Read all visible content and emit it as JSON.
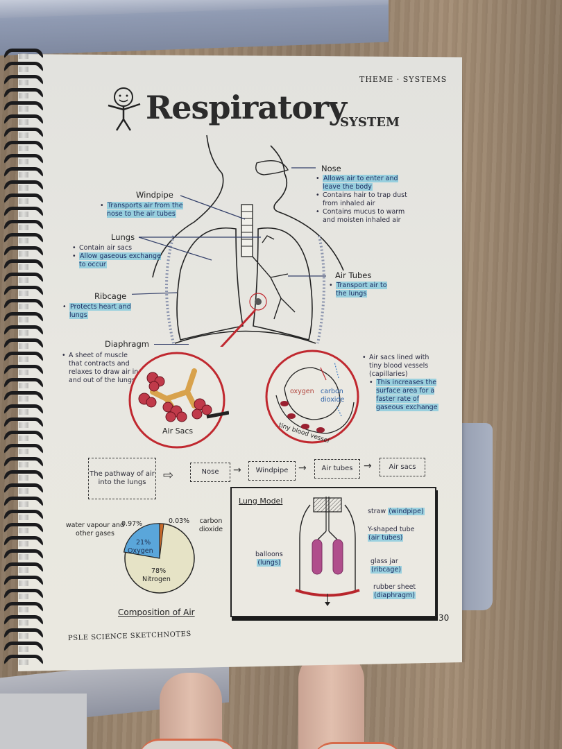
{
  "header": {
    "theme_label": "THEME",
    "theme_value": "SYSTEMS",
    "title_main": "Respiratory",
    "title_sub": "SYSTEM"
  },
  "diagram": {
    "nose": {
      "label": "Nose",
      "bullets": [
        "Allows air to enter and leave the body",
        "Contains hair to trap dust from inhaled air",
        "Contains mucus to warm and moisten inhaled air"
      ]
    },
    "windpipe": {
      "label": "Windpipe",
      "bullets": [
        "Transports air from the nose to the air tubes"
      ]
    },
    "lungs": {
      "label": "Lungs",
      "bullets": [
        "Contain air sacs",
        "Allow gaseous exchange to occur"
      ]
    },
    "ribcage": {
      "label": "Ribcage",
      "bullets": [
        "Protects heart and lungs"
      ]
    },
    "air_tubes": {
      "label": "Air Tubes",
      "bullets": [
        "Transport air to the lungs"
      ]
    },
    "diaphragm": {
      "label": "Diaphragm",
      "bullets": [
        "A sheet of muscle that contracts and relaxes to draw air in and out of the lungs"
      ]
    },
    "air_sacs": {
      "label": "Air Sacs"
    },
    "capillary_detail": {
      "oxygen": "oxygen",
      "carbon_dioxide": "carbon dioxide",
      "vessel_label": "tiny blood vessel"
    },
    "air_sacs_note": {
      "bullet": "Air sacs lined with tiny blood vessels (capillaries)",
      "sub_bullet": "This increases the surface area for a faster rate of gaseous exchange"
    }
  },
  "pathway": {
    "intro": "The pathway of air into the lungs",
    "steps": [
      "Nose",
      "Windpipe",
      "Air tubes",
      "Air sacs"
    ]
  },
  "composition": {
    "title": "Composition of Air",
    "slices": [
      {
        "name": "Nitrogen",
        "value": "78%",
        "color": "#e6e3c6"
      },
      {
        "name": "Oxygen",
        "value": "21%",
        "color": "#5aa6da"
      },
      {
        "name": "water vapour and other gases",
        "value": "0.97%",
        "color": "#c96a2a"
      },
      {
        "name": "carbon dioxide",
        "value": "0.03%",
        "color": "#8a4a1c"
      }
    ],
    "labels": {
      "water_vapour": "water vapour and other gases",
      "water_value": "0.97%",
      "co2_value": "0.03%",
      "co2": "carbon dioxide",
      "oxygen_value": "21%",
      "oxygen": "Oxygen",
      "nitrogen_value": "78%",
      "nitrogen": "Nitrogen"
    }
  },
  "lung_model": {
    "title": "Lung Model",
    "parts": [
      {
        "item": "straw",
        "analogy": "(windpipe)"
      },
      {
        "item": "Y-shaped tube",
        "analogy": "(air tubes)"
      },
      {
        "item": "balloons",
        "analogy": "(lungs)"
      },
      {
        "item": "glass jar",
        "analogy": "(ribcage)"
      },
      {
        "item": "rubber sheet",
        "analogy": "(diaphragm)"
      }
    ]
  },
  "footer": {
    "brand": "PSLE SCIENCE SKETCHNOTES",
    "page_number": "30"
  },
  "colors": {
    "highlight": "#5abedc",
    "accent_red": "#c0282f",
    "ink": "#222222",
    "paper": "#e8e7e1"
  }
}
